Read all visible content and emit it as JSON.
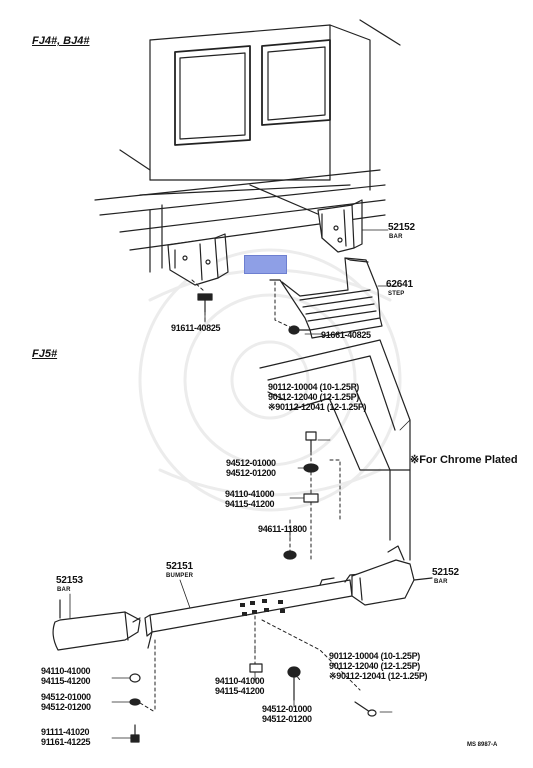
{
  "headers": {
    "upper": "FJ4#, BJ4#",
    "lower": "FJ5#"
  },
  "upper_parts": {
    "bar_right": {
      "number": "52152",
      "name": "BAR"
    },
    "step": {
      "number": "62641",
      "name": "STEP"
    },
    "bolt_left": "91611-40825",
    "bolt_right": "91661-40825"
  },
  "lower_parts": {
    "bolt_top": {
      "line1": "90112-10004 (10-1.25P)",
      "line2": "90112-12040 (12-1.25P)",
      "line3": "※90112-12041 (12-1.25P)"
    },
    "washer_top": {
      "line1": "94512-01000",
      "line2": "94512-01200"
    },
    "nut_top": {
      "line1": "94110-41000",
      "line2": "94115-41200"
    },
    "washer_small": "94611-11800",
    "chrome_note": "※For Chrome Plated",
    "bar_right": {
      "number": "52152",
      "name": "BAR"
    },
    "bumper": {
      "number": "52151",
      "name": "BUMPER"
    },
    "bar_left": {
      "number": "52153",
      "name": "BAR"
    },
    "nut_left": {
      "line1": "94110-41000",
      "line2": "94115-41200"
    },
    "washer_left": {
      "line1": "94512-01000",
      "line2": "94512-01200"
    },
    "bolt_left": {
      "line1": "91111-41020",
      "line2": "91161-41225"
    },
    "nut_mid": {
      "line1": "94110-41000",
      "line2": "94115-41200"
    },
    "washer_mid": {
      "line1": "94512-01000",
      "line2": "94512-01200"
    },
    "bolt_right": {
      "line1": "90112-10004 (10-1.25P)",
      "line2": "90112-12040 (12-1.25P)",
      "line3": "※90112-12041 (12-1.25P)"
    }
  },
  "footer_code": "MS  8987-A",
  "highlight_color": "#8e9fe6"
}
